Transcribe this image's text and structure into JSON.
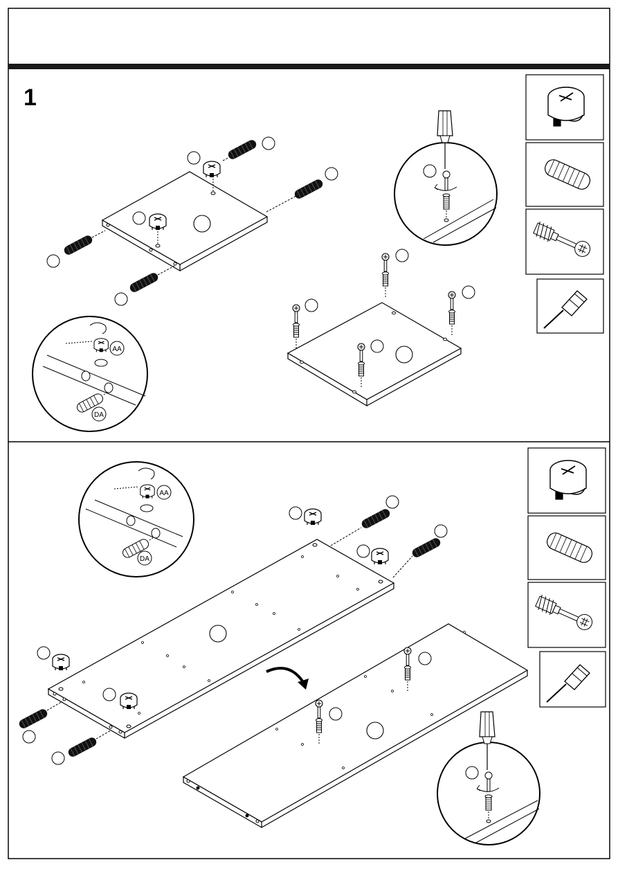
{
  "page": {
    "step_number": "1"
  },
  "labels": {
    "cam_lock": "AA",
    "dowel": "DA"
  },
  "parts_legend": [
    {
      "icon": "cam-lock-icon"
    },
    {
      "icon": "dowel-icon"
    },
    {
      "icon": "cam-bolt-icon"
    },
    {
      "icon": "screwdriver-icon"
    }
  ],
  "colors": {
    "line": "#000000",
    "background": "#ffffff",
    "header_bar": "#1a1a1a",
    "dowel_fill": "#111111"
  }
}
